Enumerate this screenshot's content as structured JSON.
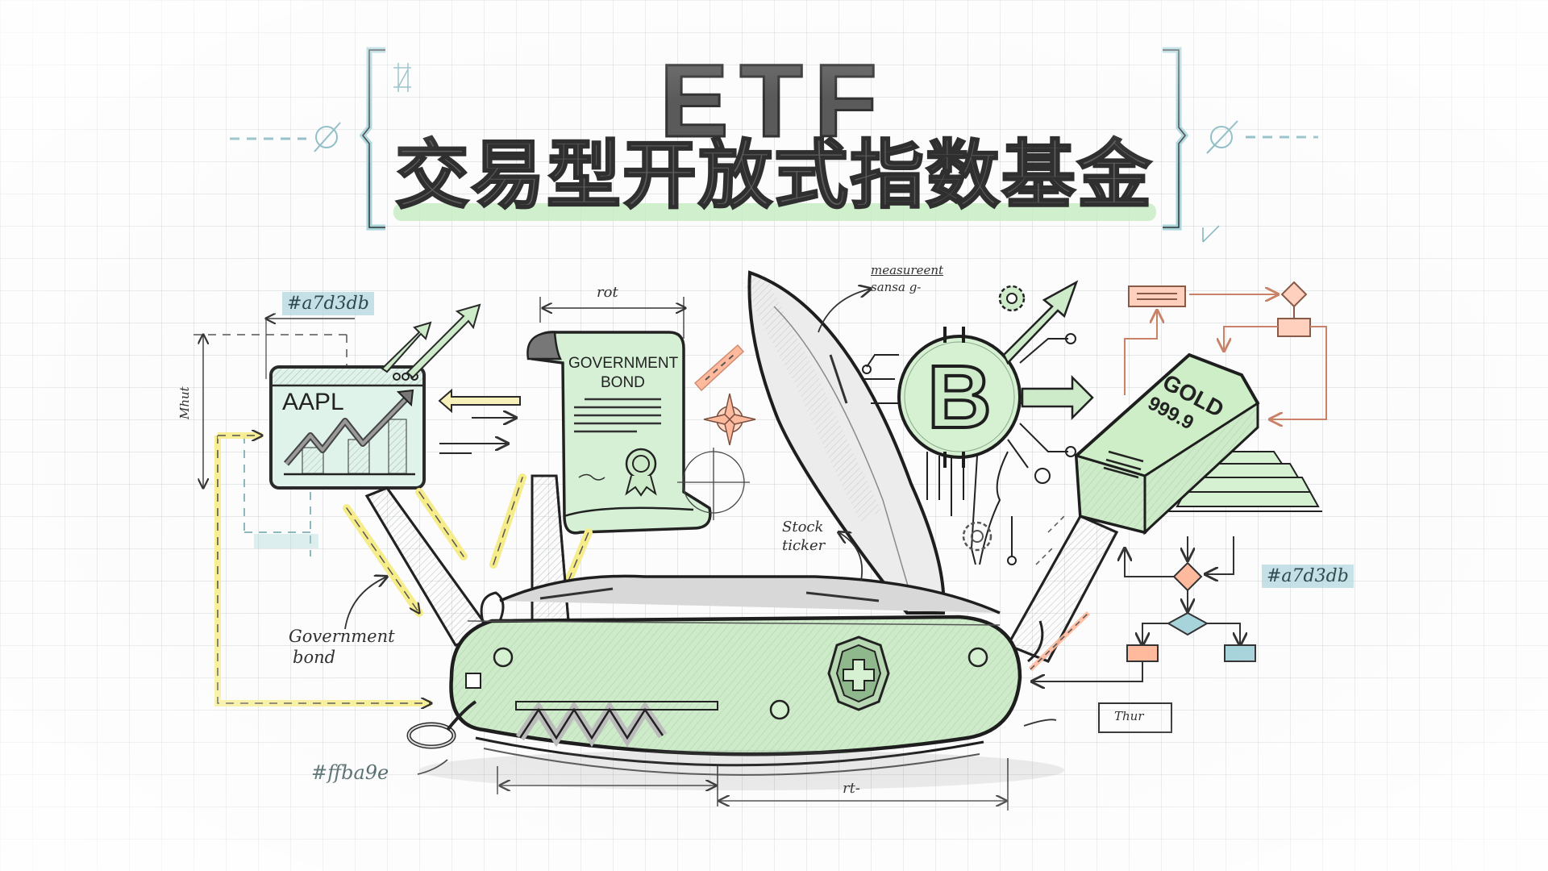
{
  "title": {
    "main": "ETF",
    "subtitle": "交易型开放式指数基金"
  },
  "colors": {
    "mint_green": "#c8ecc4",
    "teal": "#a7d3db",
    "salmon": "#ffba9e",
    "yellow_highlight": "#f6ec8a",
    "ink": "#2f2f2f"
  },
  "illustration": {
    "central_object": "swiss-army-knife",
    "tools": [
      {
        "name": "stock-chart-window",
        "label": "AAPL"
      },
      {
        "name": "government-bond-scroll",
        "label_line1": "GOVERNMENT",
        "label_line2": "BOND"
      },
      {
        "name": "knife-blade"
      },
      {
        "name": "bitcoin-chip",
        "label": "B"
      },
      {
        "name": "gold-bar",
        "label_line1": "GOLD",
        "label_line2": "999.9"
      }
    ]
  },
  "annotations": {
    "hex_teal_left": "#a7d3db",
    "hex_teal_right": "#a7d3db",
    "hex_salmon": "#ffba9e",
    "government_bond_line1": "Government",
    "government_bond_line2": "bond",
    "stock_ticker_line1": "Stock",
    "stock_ticker_line2": "ticker",
    "measurement_line1": "measureent",
    "measurement_line2": "sansa g-",
    "dimension_top": "rot",
    "dimension_bottom": "rt-",
    "dimension_left": "Mhut",
    "signature_box": "Thur"
  }
}
